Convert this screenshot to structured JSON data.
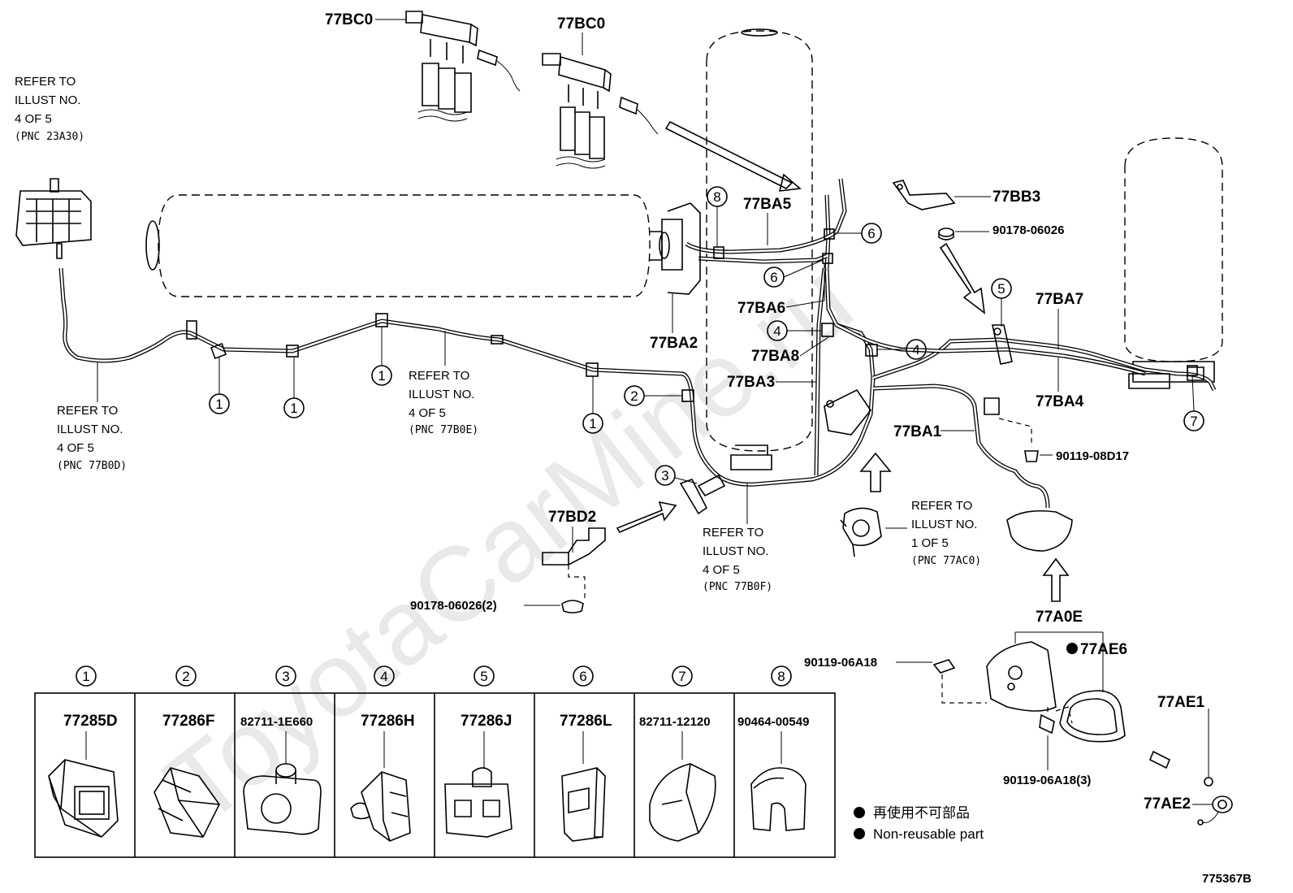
{
  "watermark": "ToyotaCarMine.ru",
  "figure_id": "775367B",
  "parts": {
    "bc0_a": "77BC0",
    "bc0_b": "77BC0",
    "ba5": "77BA5",
    "ba2": "77BA2",
    "ba6": "77BA6",
    "ba8": "77BA8",
    "ba3": "77BA3",
    "ba1": "77BA1",
    "ba7": "77BA7",
    "ba4": "77BA4",
    "bb3": "77BB3",
    "bd2": "77BD2",
    "a0e": "77A0E",
    "ae6": "77AE6",
    "ae1": "77AE1",
    "ae2": "77AE2",
    "bolt_06026_top": "90178-06026",
    "bolt_06026_2": "90178-06026(2)",
    "bolt_08d17": "90119-08D17",
    "bolt_06a18": "90119-06A18",
    "bolt_06a18_3": "90119-06A18(3)"
  },
  "refs": {
    "r23a30": {
      "l1": "REFER TO",
      "l2": "ILLUST NO.",
      "l3": "4 OF 5",
      "l4": "(PNC 23A30)"
    },
    "r77b0d": {
      "l1": "REFER TO",
      "l2": "ILLUST NO.",
      "l3": "4 OF 5",
      "l4": "(PNC 77B0D)"
    },
    "r77b0e": {
      "l1": "REFER TO",
      "l2": "ILLUST NO.",
      "l3": "4 OF 5",
      "l4": "(PNC 77B0E)"
    },
    "r77b0f": {
      "l1": "REFER TO",
      "l2": "ILLUST NO.",
      "l3": "4 OF 5",
      "l4": "(PNC 77B0F)"
    },
    "r77ac0": {
      "l1": "REFER TO",
      "l2": "ILLUST NO.",
      "l3": "1 OF 5",
      "l4": "(PNC 77AC0)"
    }
  },
  "callouts": {
    "c1": "1",
    "c2": "2",
    "c3": "3",
    "c4": "4",
    "c5": "5",
    "c6": "6",
    "c7": "7",
    "c8": "8"
  },
  "table": {
    "headers": [
      "1",
      "2",
      "3",
      "4",
      "5",
      "6",
      "7",
      "8"
    ],
    "parts": [
      "77285D",
      "77286F",
      "82711-1E660",
      "77286H",
      "77286J",
      "77286L",
      "82711-12120",
      "90464-00549"
    ]
  },
  "legend": {
    "jp": "再使用不可部品",
    "en": "Non-reusable part"
  }
}
